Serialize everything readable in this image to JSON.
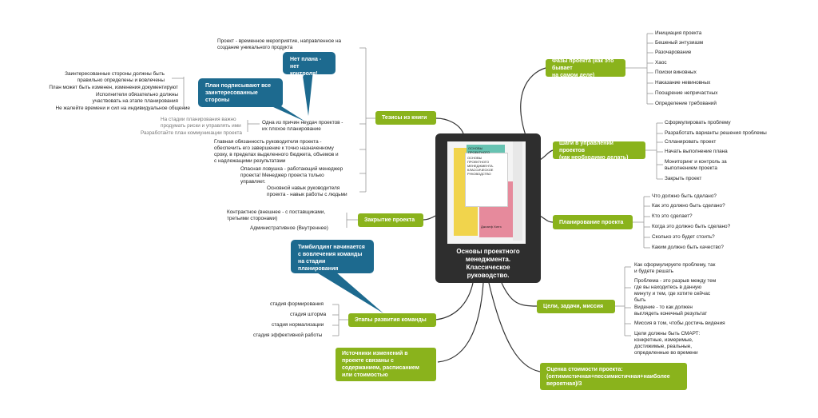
{
  "center": {
    "title": "Основы проектного\nменеджмента.\nКлассическое\nруководство.",
    "book_title": "ОСНОВЫ\nПРОЕКТНОГО\nМЕНЕДЖМЕНТА.\nКЛАССИЧЕСКОЕ\nРУКОВОДСТВО",
    "book_author": "Джозеф Хиггз",
    "book_back_label": "ОСНОВЫ\nПРОЕКТНОГО"
  },
  "colors": {
    "branch": "#8ab31c",
    "callout": "#1d6a8f",
    "center": "#2e2e2e"
  },
  "right": {
    "phases": {
      "label": "Фазы проекта (как это бывает\nна самом деле)",
      "items": [
        "Инициация проекта",
        "Бешеный энтузиазм",
        "Разочарование",
        "Хаос",
        "Поиски виновных",
        "Наказание невиновных",
        "Поощрение непричастных",
        "Определение требований"
      ]
    },
    "steps": {
      "label": "Шаги в управлении проектов\n(как необходимо делать)",
      "items": [
        "Сформулировать проблему",
        "Разработать варианты решения проблемы",
        "Спланировать проект",
        "Начать выполнение плана",
        "Мониторинг и контроль за\nвыполнением проекта",
        "Закрыть проект"
      ]
    },
    "planning": {
      "label": "Планирование проекта",
      "items": [
        "Что должно быть сделано?",
        "Как это должно быть сделано?",
        "Кто это сделает?",
        "Когда это должно быть сделано?",
        "Сколько это будет стоить?",
        "Каким должно быть качество?"
      ]
    },
    "goals": {
      "label": "Цели, задачи, миссия",
      "items": [
        "Как сформулируете проблему, так\nи будете решать",
        "Проблема - это разрыв между тем\nгде вы находитесь в данную\nминуту и тем, где хотите сейчас\nбыть",
        "Видение - то как должен\nвыглядеть конечный результат",
        "Миссия в том, чтобы достичь видения",
        "Цели должны быть СМАРТ:\nконкретные, измеримые,\nдостижимые, реальные,\nопределенные во времени"
      ]
    },
    "cost": {
      "label": "Оценка стоимости проекта:\n(оптимистичная+пессимистичная+наиболее\nвероятная)/3"
    }
  },
  "left": {
    "theses": {
      "label": "Тезисы из книги",
      "project_def": "Проект - временное мероприятие, направленное на\nсоздание уникального продукта",
      "no_plan_callout": "Нет плана - нет\nконтроля!",
      "stakeholders_callout": "План подписывают все\nзаинтересованные\nстороны",
      "stakeholder_items": [
        "Заинтересованные стороны должны быть\nправильно определены и вовлечены",
        "План может быть изменен, изменения документируют",
        "Исполнители обязательно должны\nучаствовать на этапе планирования",
        "Не жалейте времени и сил на индивидуальное общение"
      ],
      "gray_items": [
        "На стадии планирования важно\nпродумать риски и управлять ими",
        "Разработайте план коммуникации проекта"
      ],
      "bad_planning": "Одна из причин неудач проектов -\nих плохое планирование",
      "main_duty": "Главная обязанность руководителя проекта -\nобеспечить его завершение к точно назначенному\nсроку, в пределах выделенного бюджета, объемов и\nс надлежащими результатами",
      "trap": "Опасная ловушка - работающий менеджер\nпроекта! Менеджер проекта только\nуправляет.",
      "skill": "Основной навык руководителя\nпроекта - навык работы с людьми"
    },
    "closing": {
      "label": "Закрытие проекта",
      "items": [
        "Контрактное (внешнее - с поставщиками,\nтретьими сторонами)",
        "Административное (Внутреннее)"
      ]
    },
    "team": {
      "label": "Этапы развития команды",
      "callout": "Тимбилдинг начинается\nс вовлечения команды\nна стадии\nпланирования",
      "items": [
        "стадия формирования",
        "стадия шторма",
        "стадия нормализации",
        "стадия эффективной работы"
      ]
    },
    "sources": {
      "label": "Источники изменений в\nпроекте связаны с\nсодержанием, расписанием\nили стоимостью"
    }
  }
}
